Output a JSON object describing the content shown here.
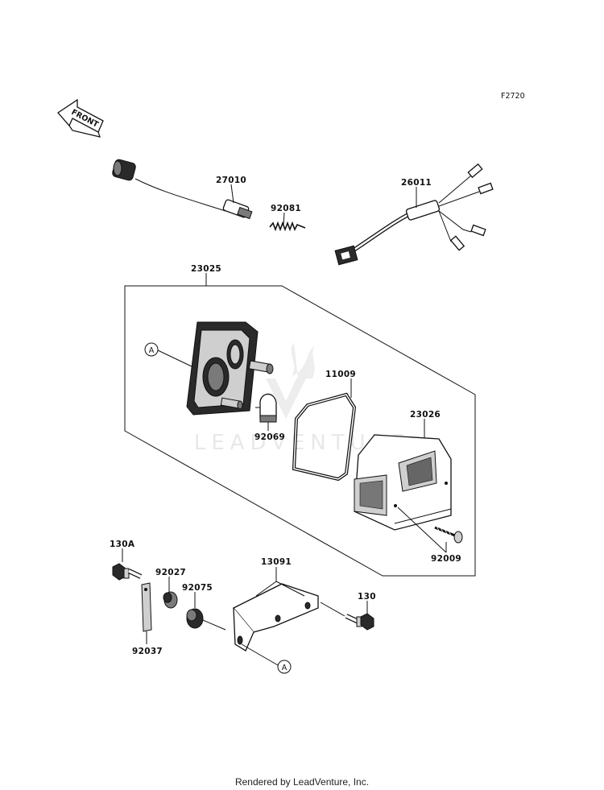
{
  "figure_code": "F2720",
  "front_arrow_text": "FRONT",
  "watermark_text": "LEADVENTURE",
  "ref_marker": "A",
  "footer_text": "Rendered by LeadVenture, Inc.",
  "parts": {
    "p27010": "27010",
    "p92081": "92081",
    "p26011": "26011",
    "p23025": "23025",
    "p11009": "11009",
    "p23026": "23026",
    "p92069": "92069",
    "p92009": "92009",
    "p130A": "130A",
    "p92027": "92027",
    "p92075": "92075",
    "p13091": "13091",
    "p130": "130",
    "p92037": "92037"
  }
}
